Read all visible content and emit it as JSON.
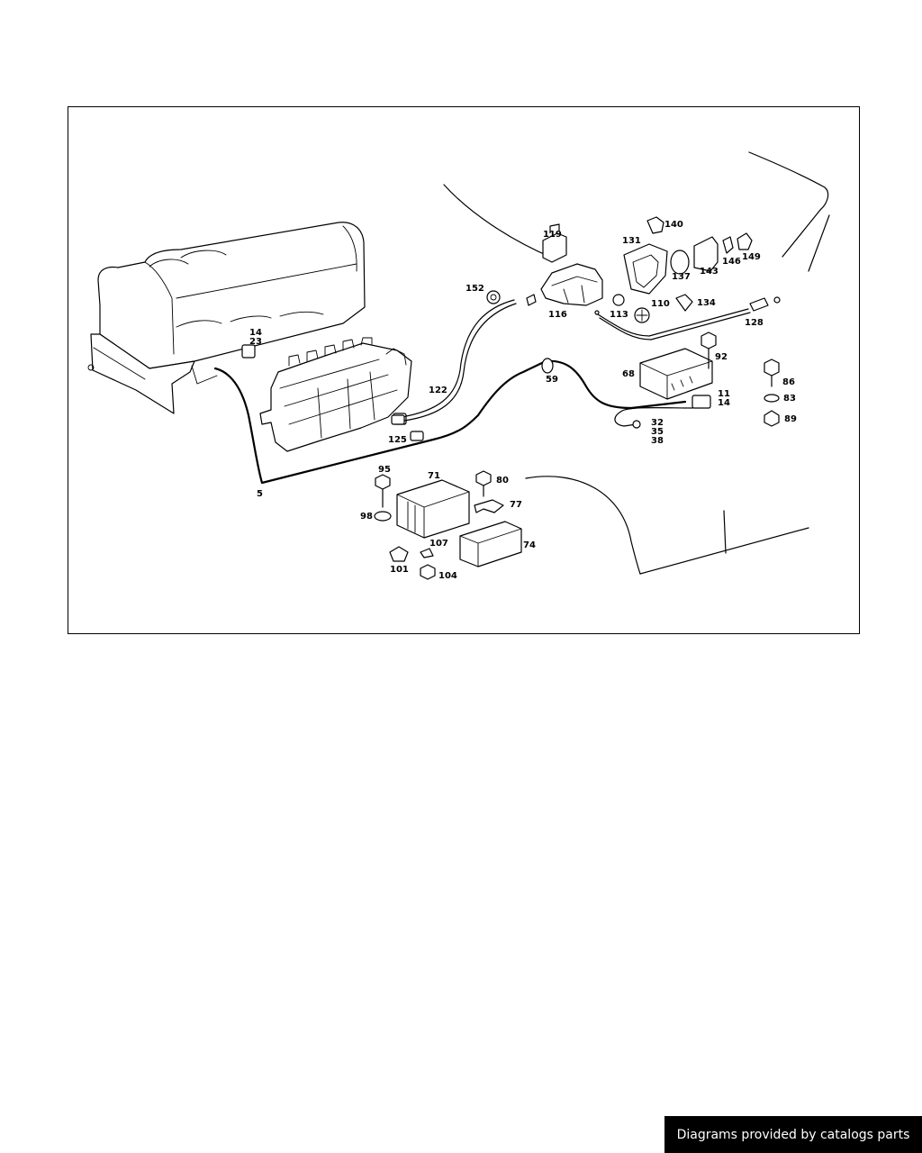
{
  "diagram": {
    "callouts": {
      "c5": "5",
      "c14a": "14",
      "c23": "23",
      "c122": "122",
      "c125": "125",
      "c152": "152",
      "c119": "119",
      "c116": "116",
      "c131": "131",
      "c140": "140",
      "c137": "137",
      "c143": "143",
      "c146": "146",
      "c149": "149",
      "c110": "110",
      "c113": "113",
      "c134": "134",
      "c128": "128",
      "c92": "92",
      "c68": "68",
      "c59": "59",
      "c11": "11",
      "c14b": "14",
      "c32": "32",
      "c35": "35",
      "c38": "38",
      "c86": "86",
      "c83": "83",
      "c89": "89",
      "c95": "95",
      "c71": "71",
      "c80": "80",
      "c77": "77",
      "c98": "98",
      "c107": "107",
      "c74": "74",
      "c101": "101",
      "c104": "104"
    }
  },
  "footer": {
    "credit": "Diagrams provided by catalogs parts"
  }
}
